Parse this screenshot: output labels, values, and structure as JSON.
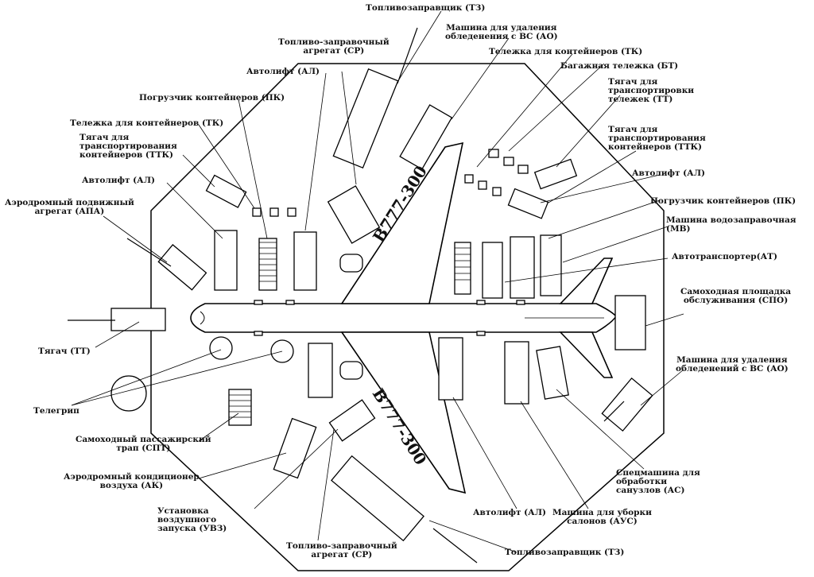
{
  "labels": {
    "tz_top": "Топливозаправщик (ТЗ)",
    "ao_top": "Машина для удаления\nобледенения с ВС (АО)",
    "tk_top_right": "Тележка для контейнеров (ТК)",
    "sr_top": "Топливо-заправочный\nагрегат (СР)",
    "bt": "Багажная тележка (БТ)",
    "al_top": "Автолифт (АЛ)",
    "tt_top_right": "Тягач для\nтранспортировки\nтележек (ТТ)",
    "pk_top_left": "Погрузчик контейнеров (ПК)",
    "ttk_right": "Тягач для\nтранспортирования\nконтейнеров (ТТК)",
    "tk_left": "Тележка для контейнеров (ТК)",
    "ttk_left": "Тягач для\nтранспортирования\nконтейнеров (ТТК)",
    "al_right": "Автолифт (АЛ)",
    "al_left": "Автолифт (АЛ)",
    "pk_right": "Погрузчик контейнеров (ПК)",
    "apa": "Аэродромный подвижный\nагрегат (АПА)",
    "mv": "Машина водозаправочная\n(МВ)",
    "at": "Автотранспортер(АТ)",
    "spo": "Самоходная площадка\nобслуживания (СПО)",
    "tt_left": "Тягач (ТТ)",
    "ao_right": "Машина для удаления\nобледенений с ВС (АО)",
    "telegrip": "Телегрип",
    "spt": "Самоходный пассажирский\nтрап (СПТ)",
    "as": "Спецмашина для\nобработки\nсанузлов (АС)",
    "ak": "Аэродромный кондиционер\nвоздуха (АК)",
    "uvz": "Установка\nвоздушного\nзапуска (УВЗ)",
    "al_bottom": "Автолифт (АЛ)",
    "ouc": "Машина для уборки\nсалонов (АУС)",
    "sr_bottom": "Топливо-заправочный\nагрегат (СР)",
    "tz_bottom": "Топливозаправщик (ТЗ)",
    "aircraft_top": "B777-300",
    "aircraft_bottom": "B777-300"
  }
}
